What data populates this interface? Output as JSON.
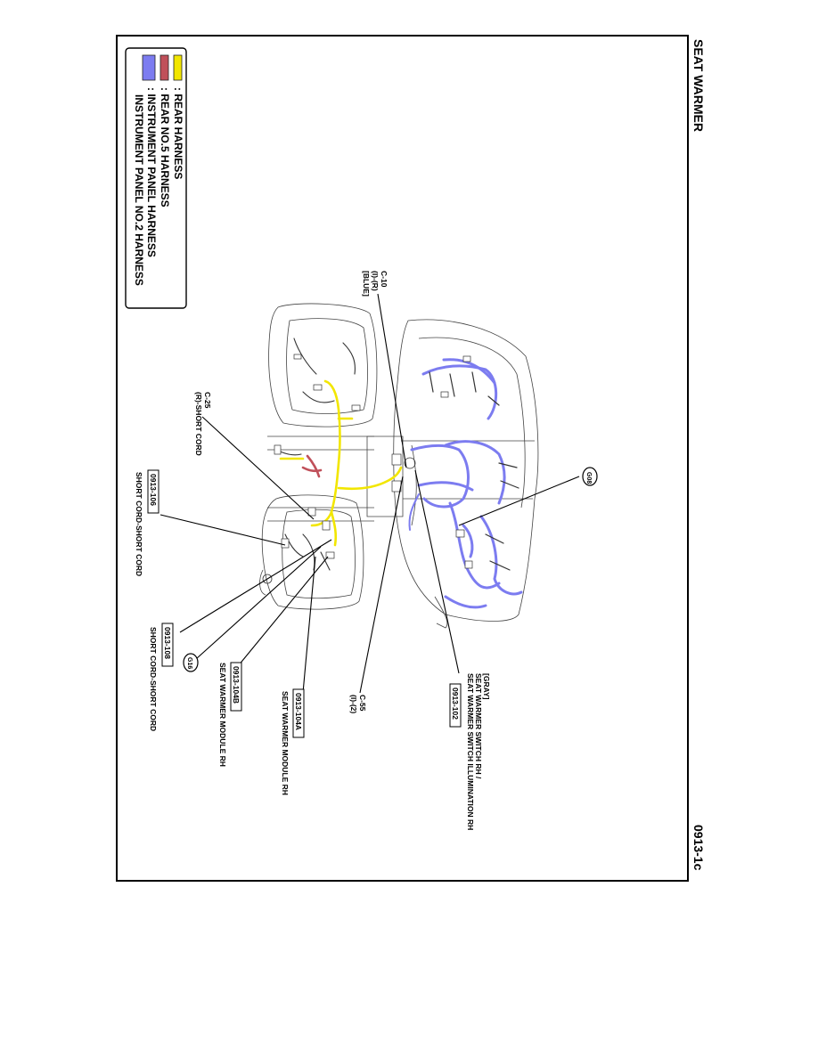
{
  "title": "SEAT WARMER",
  "page_number": "0913-1c",
  "colors": {
    "rear_harness": "#f2e600",
    "rear_no5_harness": "#c0505a",
    "instrument_panel_harness": "#7c7cf0",
    "frame": "#000000"
  },
  "legend": {
    "items": [
      {
        "label": ": REAR HARNESS",
        "color": "#f2e600"
      },
      {
        "label": ": REAR NO.5 HARNESS",
        "color": "#c0505a"
      },
      {
        "label": ": INSTRUMENT PANEL HARNESS",
        "color": "#7c7cf0"
      },
      {
        "label": "INSTRUMENT PANEL NO.2 HARNESS",
        "color": ""
      }
    ]
  },
  "callouts": {
    "c10": {
      "l1": "C-10",
      "l2": "(I)-(R)",
      "l3": "[BLUE]"
    },
    "c25": {
      "l1": "C-25",
      "l2": "(R)-SHORT CORD"
    },
    "c55": {
      "l1": "C-55",
      "l2": "(I)-(2)"
    },
    "b0913_106": {
      "box": "0913-106",
      "desc": "SHORT CORD-SHORT CORD"
    },
    "b0913_108": {
      "box": "0913-108",
      "desc": "SHORT CORD-SHORT CORD"
    },
    "b0913_104b": {
      "box": "0913-104B",
      "desc": "SEAT WARMER MODULE RH"
    },
    "b0913_104a": {
      "box": "0913-104A",
      "desc": "SEAT WARMER MODULE RH"
    },
    "b0913_102": {
      "box": "0913-102",
      "l1": "[GRAY]",
      "l2": "SEAT WARMER SWITCH RH /",
      "l3": "SEAT WARMER SWITCH ILLUMINATION RH"
    },
    "ground_top": "G08",
    "ground_bottom": "G16"
  }
}
